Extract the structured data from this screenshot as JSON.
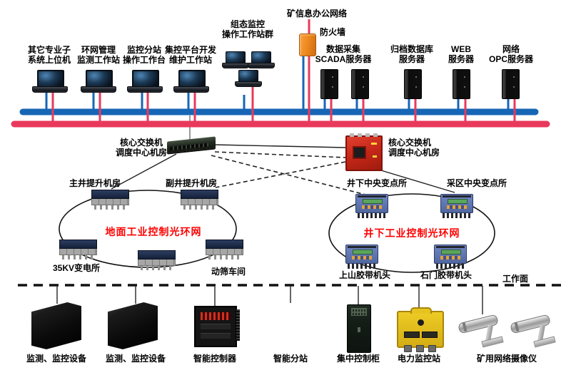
{
  "colors": {
    "bus_blue": "#1766b5",
    "bus_red": "#e8395c",
    "ring_title_red": "#ff0000",
    "firewall_orange": "#ef8a20"
  },
  "top": {
    "office_network_label": "矿信息办公网络",
    "firewall_label": "防火墙"
  },
  "workstations": [
    {
      "line1": "其它专业子",
      "line2": "系统上位机"
    },
    {
      "line1": "环网管理",
      "line2": "监测工作站"
    },
    {
      "line1": "监控分站",
      "line2": "操作工作台"
    },
    {
      "line1": "集控平台开发",
      "line2": "维护工作站"
    },
    {
      "line1": "组态监控",
      "line2": "操作工作站群"
    }
  ],
  "servers": [
    {
      "line1": "数据采集",
      "line2": "SCADA服务器"
    },
    {
      "line1": "归档数据库",
      "line2": "服务器"
    },
    {
      "line1": "WEB",
      "line2": "服务器"
    },
    {
      "line1": "网络",
      "line2": "OPC服务器"
    }
  ],
  "core_switches": {
    "left": {
      "line1": "核心交换机",
      "line2": "调度中心机房"
    },
    "right": {
      "line1": "核心交换机",
      "line2": "调度中心机房"
    }
  },
  "surface_ring": {
    "title": "地面工业控制光环网",
    "nodes": {
      "main_shaft": "主井提升机房",
      "aux_shaft": "副井提升机房",
      "substation_35kv": "35KV变电所",
      "screening_plant": "动筛车间"
    }
  },
  "underground_ring": {
    "title": "井下工业控制光环网",
    "nodes": {
      "underground_central": "井下中央变点所",
      "mining_area_central": "采区中央变点所",
      "uphill_belt_head": "上山胶带机头",
      "shimen_belt_head": "石门胶带机头"
    }
  },
  "working_face_label": "工作面",
  "bottom_devices": [
    {
      "label": "监测、监控设备"
    },
    {
      "label": "监测、监控设备"
    },
    {
      "label": "智能控制器"
    },
    {
      "label": "智能分站"
    },
    {
      "label": "集中控制柜"
    },
    {
      "label": "电力监控站"
    },
    {
      "label": "矿用网络摄像仪"
    }
  ]
}
